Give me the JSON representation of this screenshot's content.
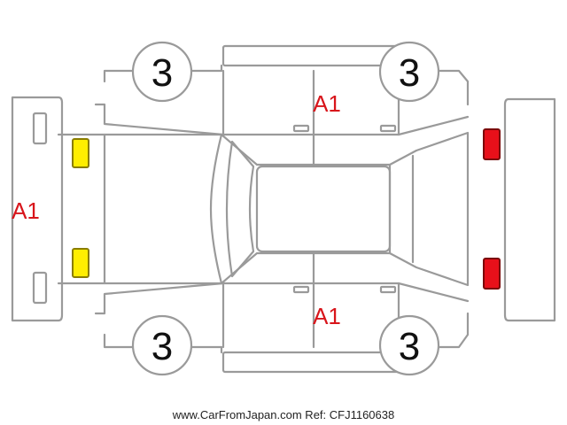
{
  "colors": {
    "outline": "#9a9a9a",
    "damage_label": "#d8151b",
    "front_lamp_fill": "#ffee00",
    "front_lamp_border": "#8a7d00",
    "rear_lamp_fill": "#e8101a",
    "rear_lamp_border": "#7a0a0a"
  },
  "wheels": {
    "front_left": "3",
    "rear_left": "3",
    "front_right": "3",
    "rear_right": "3"
  },
  "damage_marks": {
    "front_bumper": "A1",
    "upper_side_doors": "A1",
    "lower_side_doors": "A1"
  },
  "footer": "www.CarFromJapan.com Ref: CFJ1160638"
}
